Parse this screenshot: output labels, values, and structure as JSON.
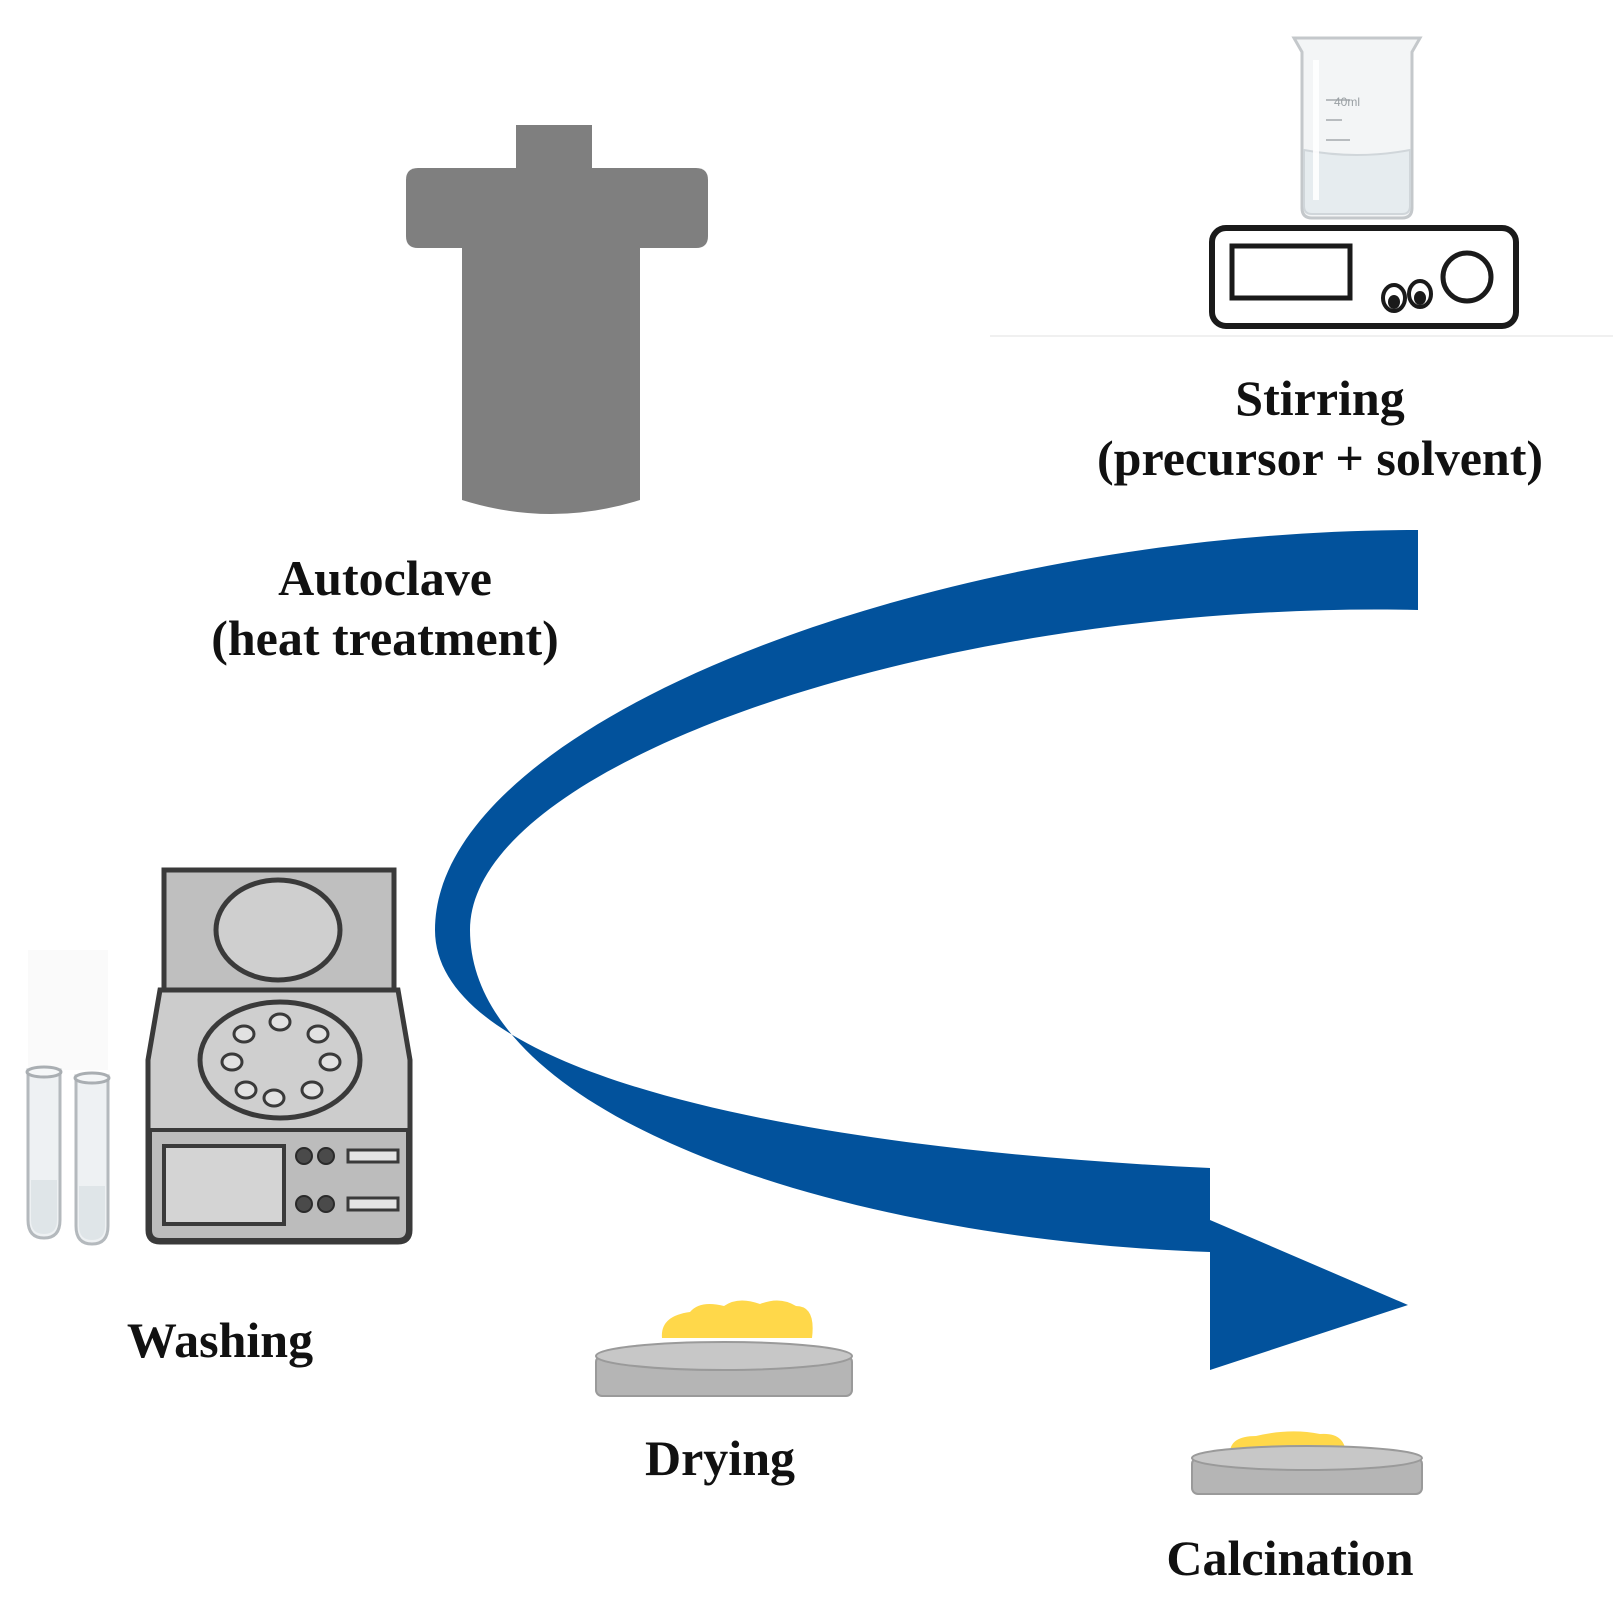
{
  "steps": {
    "stirring": {
      "title": "Stirring",
      "subtitle": "(precursor + solvent)",
      "icon": "beaker-on-stirrer-icon"
    },
    "autoclave": {
      "title": "Autoclave",
      "subtitle": "(heat treatment)",
      "icon": "autoclave-icon"
    },
    "washing": {
      "title": "Washing",
      "icon": "centrifuge-icon"
    },
    "drying": {
      "title": "Drying",
      "icon": "dish-with-sample-icon"
    },
    "calcination": {
      "title": "Calcination",
      "icon": "dish-with-sample-icon"
    }
  },
  "beaker_mark": "40ml",
  "colors": {
    "arrow": "#02529c",
    "autoclave": "#7f7f7f",
    "equipment_stroke": "#3a3a3a",
    "equipment_fill": "#cfcfcf",
    "sample": "#ffd84a",
    "dish": "#a9a9a9"
  }
}
